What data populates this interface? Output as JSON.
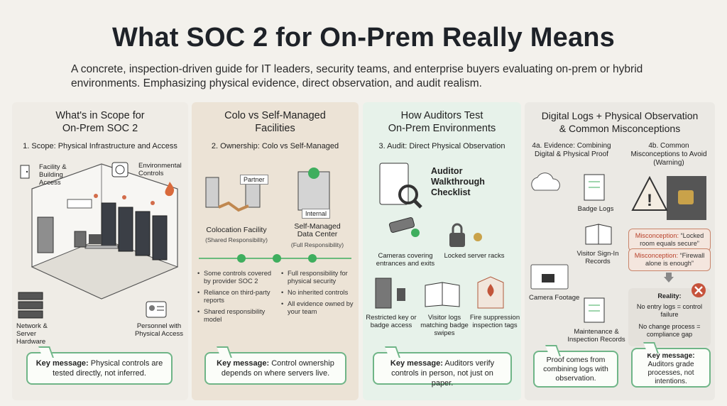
{
  "header": {
    "title": "What SOC 2 for On-Prem Really Means",
    "subtitle": "A concrete, inspection-driven guide for IT leaders, security teams, and enterprise buyers evaluating on-prem or hybrid environments. Emphasizing physical evidence, direct observation, and audit realism."
  },
  "panel1": {
    "title_line1": "What's in Scope for",
    "title_line2": "On-Prem SOC 2",
    "section": "1. Scope: Physical Infrastructure and Access",
    "labels": {
      "facility": "Facility & Building Access",
      "environmental": "Environmental Controls",
      "network": "Network & Server Hardware",
      "personnel": "Personnel with Physical Access"
    },
    "key_label": "Key message:",
    "key_text": "Physical controls are tested directly, not inferred."
  },
  "panel2": {
    "title_line1": "Colo vs Self-Managed",
    "title_line2": "Facilities",
    "section": "2. Ownership: Colo vs Self-Managed",
    "partner_tag": "Partner",
    "internal_tag": "Internal",
    "colo_title": "Colocation Facility",
    "colo_sub": "(Shared Responsibility)",
    "self_title_line1": "Self-Managed",
    "self_title_line2": "Data Center",
    "self_sub": "(Full Responsibility)",
    "colo_bullets": [
      "Some controls covered by provider SOC 2",
      "Reliance on third-party reports",
      "Shared responsibility model"
    ],
    "self_bullets": [
      "Full responsibility for physical security",
      "No inherited controls",
      "All evidence owned by your team"
    ],
    "key_label": "Key message:",
    "key_text": "Control ownership depends on where servers live."
  },
  "panel3": {
    "title_line1": "How Auditors Test",
    "title_line2": "On-Prem Environments",
    "section": "3. Audit: Direct Physical Observation",
    "checklist_label": "Auditor Walkthrough Checklist",
    "items": {
      "cameras": "Cameras covering entrances and exits",
      "racks": "Locked server racks",
      "badge": "Restricted key or badge access",
      "visitor": "Visitor logs matching badge swipes",
      "fire": "Fire suppression inspection tags"
    },
    "key_label": "Key message:",
    "key_text": "Auditors verify controls in person, not just on paper."
  },
  "panel4": {
    "title_line1": "Digital Logs + Physical Observation",
    "title_line2": "& Common Misconceptions",
    "section_a": "4a. Evidence: Combining Digital & Physical Proof",
    "section_b": "4b. Common Misconceptions to Avoid (Warning)",
    "evidence": {
      "badge_logs": "Badge Logs",
      "visitor": "Visitor Sign-In Records",
      "camera": "Camera Footage",
      "maintenance": "Maintenance & Inspection Records"
    },
    "misc_label": "Misconception:",
    "misc1": "“Locked room equals secure”",
    "misc2": "“Firewall alone is enough”",
    "reality_title": "Reality:",
    "reality1": "No entry logs = control failure",
    "reality2": "No change process = compliance gap",
    "proof_text": "Proof comes from combining logs with observation.",
    "key_label": "Key message:",
    "key_text": "Auditors grade processes, not intentions."
  },
  "colors": {
    "background": "#f3f1ec",
    "green_accent": "#6fb587",
    "check_green": "#3fae5e",
    "warning_red": "#b8402a"
  }
}
